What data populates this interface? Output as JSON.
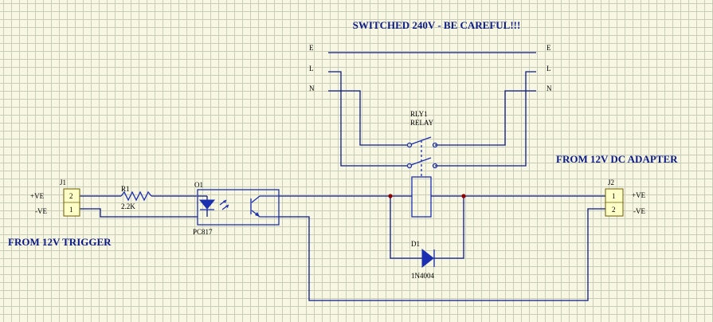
{
  "title": "SWITCHED 240V - BE CAREFUL!!!",
  "ac_lines": {
    "left": [
      "E",
      "L",
      "N"
    ],
    "right": [
      "E",
      "L",
      "N"
    ]
  },
  "relay": {
    "ref": "RLY1",
    "value": "RELAY"
  },
  "j1": {
    "ref": "J1",
    "pin_top": "2",
    "pin_bottom": "1",
    "label_pos": "+VE",
    "label_neg": "-VE",
    "caption": "FROM 12V TRIGGER"
  },
  "r1": {
    "ref": "R1",
    "value": "2.2K"
  },
  "o1": {
    "ref": "O1",
    "value": "PC817"
  },
  "d1": {
    "ref": "D1",
    "value": "1N4004"
  },
  "j2": {
    "ref": "J2",
    "pin_top": "1",
    "pin_bottom": "2",
    "label_pos": "+VE",
    "label_neg": "-VE",
    "caption": "FROM 12V DC ADAPTER"
  },
  "colors": {
    "background": "#f7f7e3",
    "grid": "#c9cdb8",
    "wire": "#0b1a87",
    "component": "#1b2fb0",
    "junction": "#8b0000",
    "connector_fill": "#ffffc8"
  }
}
